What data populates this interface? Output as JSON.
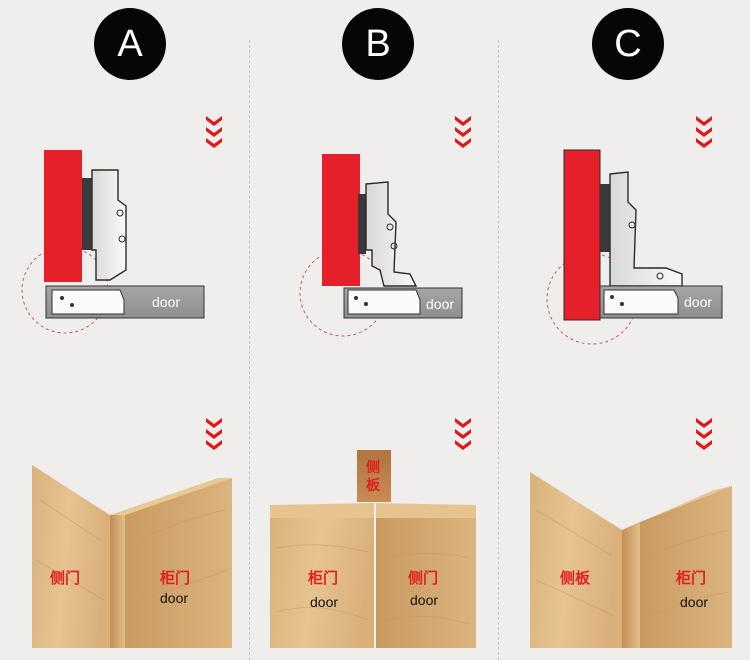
{
  "panels": [
    {
      "letter": "A",
      "door_label": "door",
      "left_label": "侧门",
      "right_label_cn": "柜门",
      "right_label_en": "door"
    },
    {
      "letter": "B",
      "door_label": "door",
      "side_label": "侧板",
      "left_label_cn": "柜门",
      "left_label_en": "door",
      "right_label_cn": "侧门",
      "right_label_en": "door"
    },
    {
      "letter": "C",
      "door_label": "door",
      "left_label": "侧板",
      "right_label_cn": "柜门",
      "right_label_en": "door"
    }
  ],
  "icons": [
    "chevron-down-icon"
  ],
  "colors": {
    "badge": "#060606",
    "side_panel_red": "#e6202a",
    "door_gray": "#9b9b9b",
    "accent_red": "#e02020"
  }
}
